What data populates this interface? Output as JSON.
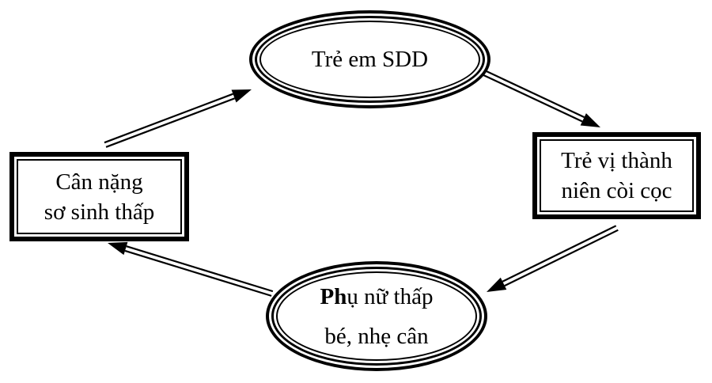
{
  "diagram": {
    "type": "cycle",
    "background_color": "#ffffff",
    "line_color": "#000000",
    "nodes": {
      "top": {
        "id": "tre-em-sdd",
        "shape": "ellipse",
        "line1": "Trẻ em SDD"
      },
      "right": {
        "id": "tre-vi-thanh-nien-coi-coc",
        "shape": "rectangle",
        "line1": "Trẻ vị thành",
        "line2": "niên còi cọc"
      },
      "bottom": {
        "id": "phu-nu-thap-be-nhe-can",
        "shape": "ellipse",
        "line1_bold": "Ph",
        "line1_rest": "ụ nữ thấp",
        "line2": "bé, nhẹ cân"
      },
      "left": {
        "id": "can-nang-so-sinh-thap",
        "shape": "rectangle",
        "line1": "Cân nặng",
        "line2": "sơ sinh thấp"
      }
    },
    "edges": [
      {
        "from": "can-nang-so-sinh-thap",
        "to": "tre-em-sdd"
      },
      {
        "from": "tre-em-sdd",
        "to": "tre-vi-thanh-nien-coi-coc"
      },
      {
        "from": "tre-vi-thanh-nien-coi-coc",
        "to": "phu-nu-thap-be-nhe-can"
      },
      {
        "from": "phu-nu-thap-be-nhe-can",
        "to": "can-nang-so-sinh-thap"
      }
    ]
  }
}
